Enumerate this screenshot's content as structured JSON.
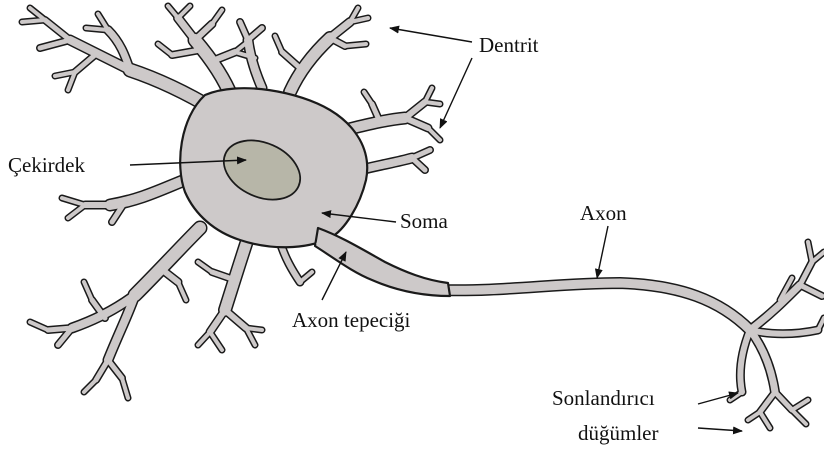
{
  "labels": {
    "dentrit": "Dentrit",
    "cekirdek": "Çekirdek",
    "soma": "Soma",
    "axon": "Axon",
    "axon_tepecigi": "Axon tepeciği",
    "sonlandirici_1": "Sonlandırıcı",
    "sonlandirici_2": "düğümler"
  },
  "colors": {
    "cell_fill": "#cdc9c9",
    "nucleus_fill": "#b7b6a8",
    "outline": "#1a1a1a",
    "text": "#111111"
  }
}
